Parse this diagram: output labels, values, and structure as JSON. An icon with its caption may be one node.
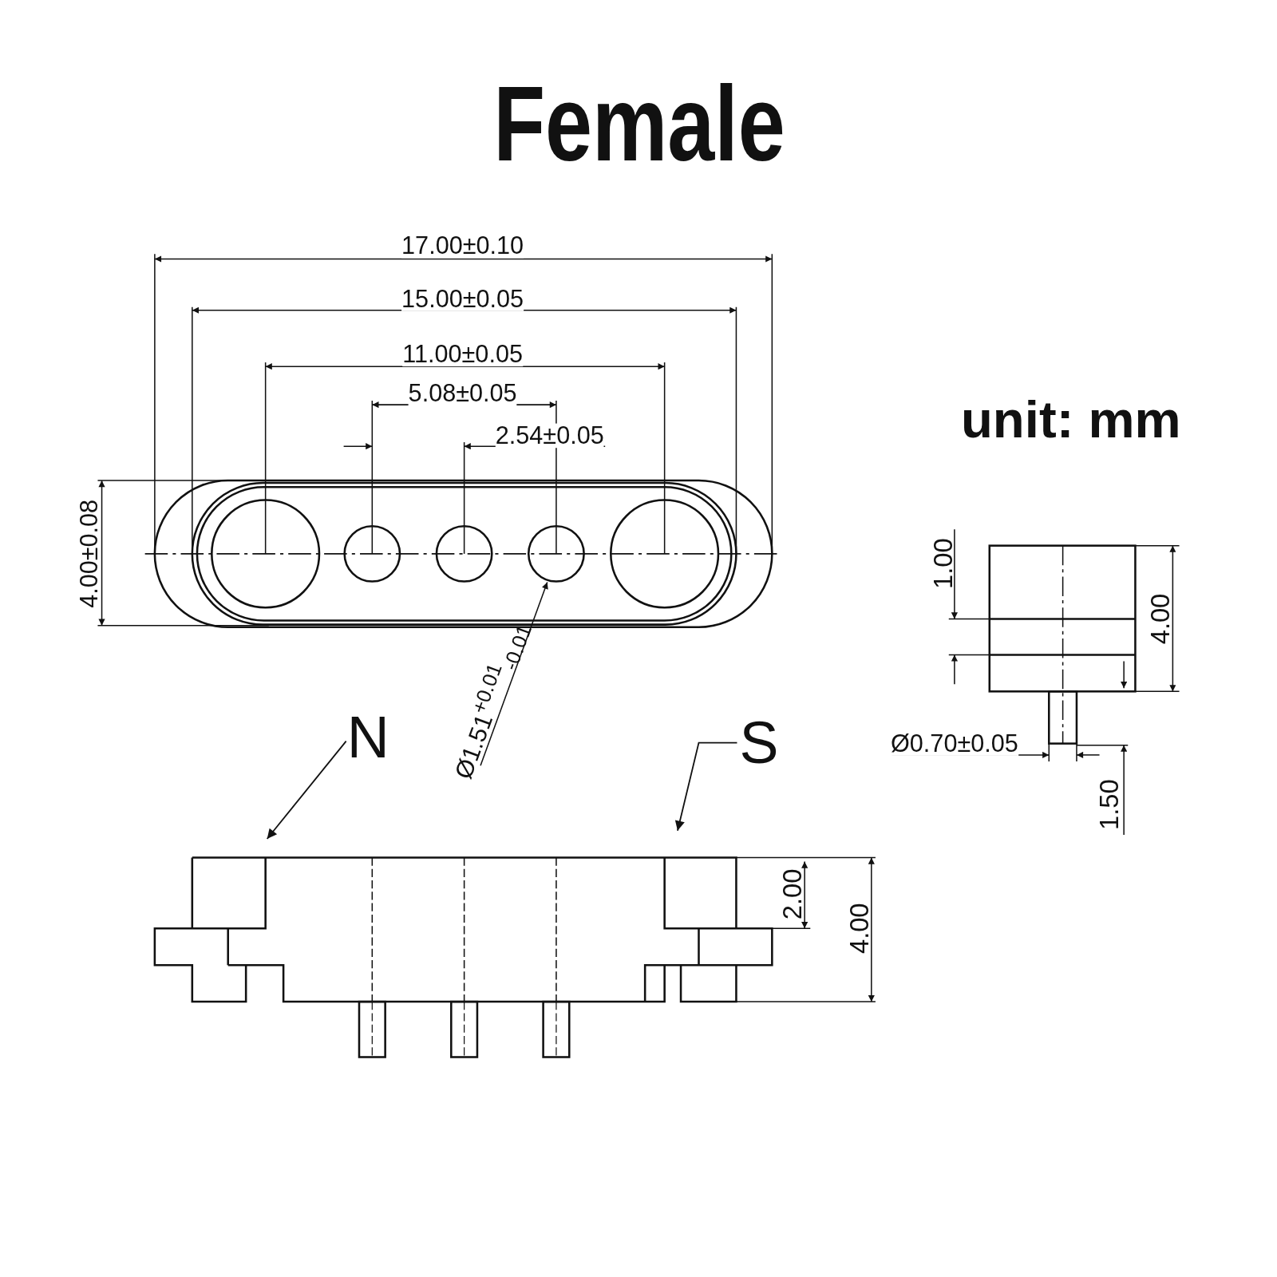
{
  "diagram": {
    "title": "Female",
    "nodes": [
      {
        "text": [
          "N"
        ]
      },
      {
        "text": [
          "S"
        ]
      }
    ],
    "edges": [
      {
        "from": 0,
        "to": null,
        "arrow": "to"
      },
      {
        "from": 1,
        "to": null,
        "arrow": "to"
      }
    ],
    "labels": [
      "17.00±0.10",
      "15.00±0.05",
      "11.00±0.05",
      "5.08±0.05",
      "unit: mm",
      "2.54±0.05",
      "4.00±0.08",
      "1.00",
      "4.00",
      "Ø1.51$^{+0.01}$$_{-0.01}$",
      "Ø0.70±0.05",
      "1.50",
      "2.00",
      "4.00"
    ]
  }
}
